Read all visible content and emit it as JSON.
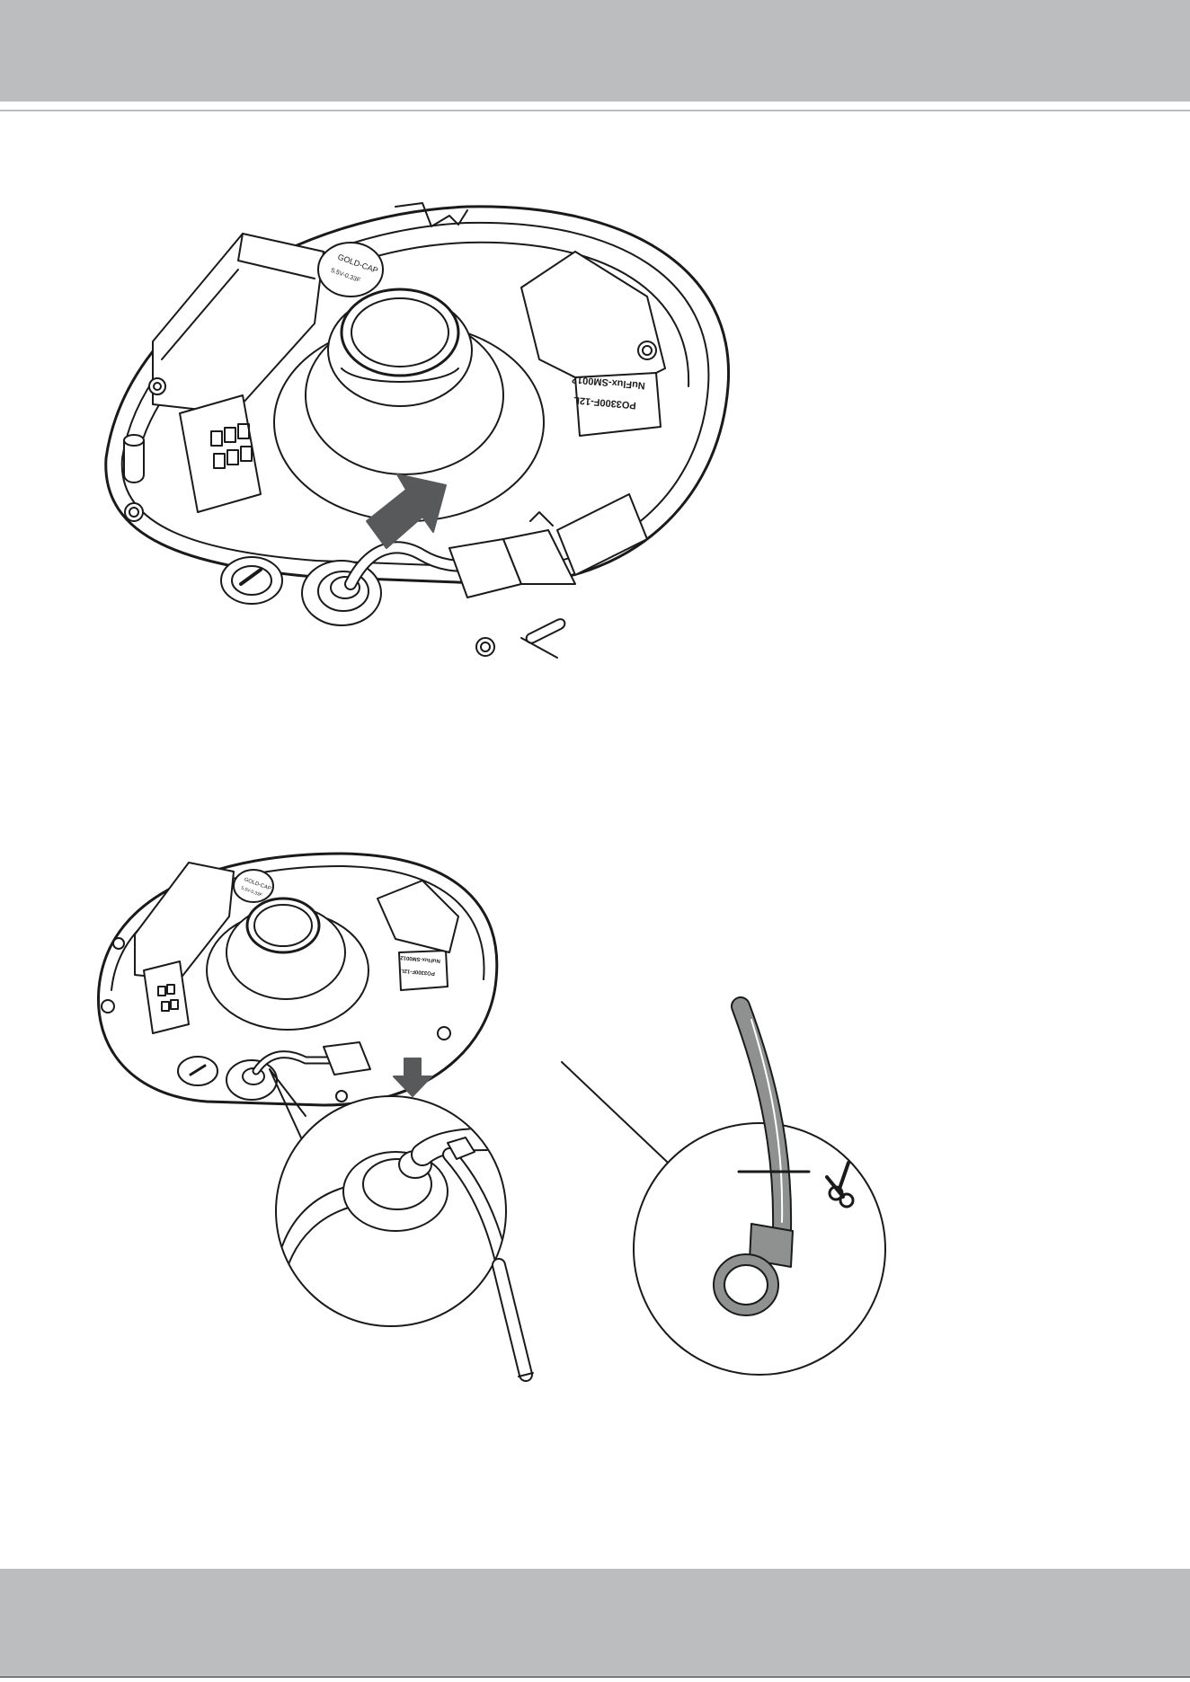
{
  "page": {
    "header_color": "#bcbdbf",
    "footer_color": "#bcbdbf",
    "ink_color": "#1a1a1a",
    "arrow_color": "#58595b",
    "tie_color": "#8f9191"
  },
  "figure_top": {
    "chip_label_line1": "NuFlux-SM0012",
    "chip_label_line2": "PO3300F-12L",
    "cap_label_line1": "GOLD-CAP",
    "cap_label_line2": "5.5V-0.33F"
  },
  "figure_bottom": {
    "chip_label_line1": "NuFlux-SM0012",
    "chip_label_line2": "PO3300F-12L",
    "cap_label_line1": "GOLD-CAP",
    "cap_label_line2": "5.5V-0.33F",
    "scissors_icon": "scissors-icon",
    "arrow_icon": "arrow-down-icon"
  }
}
